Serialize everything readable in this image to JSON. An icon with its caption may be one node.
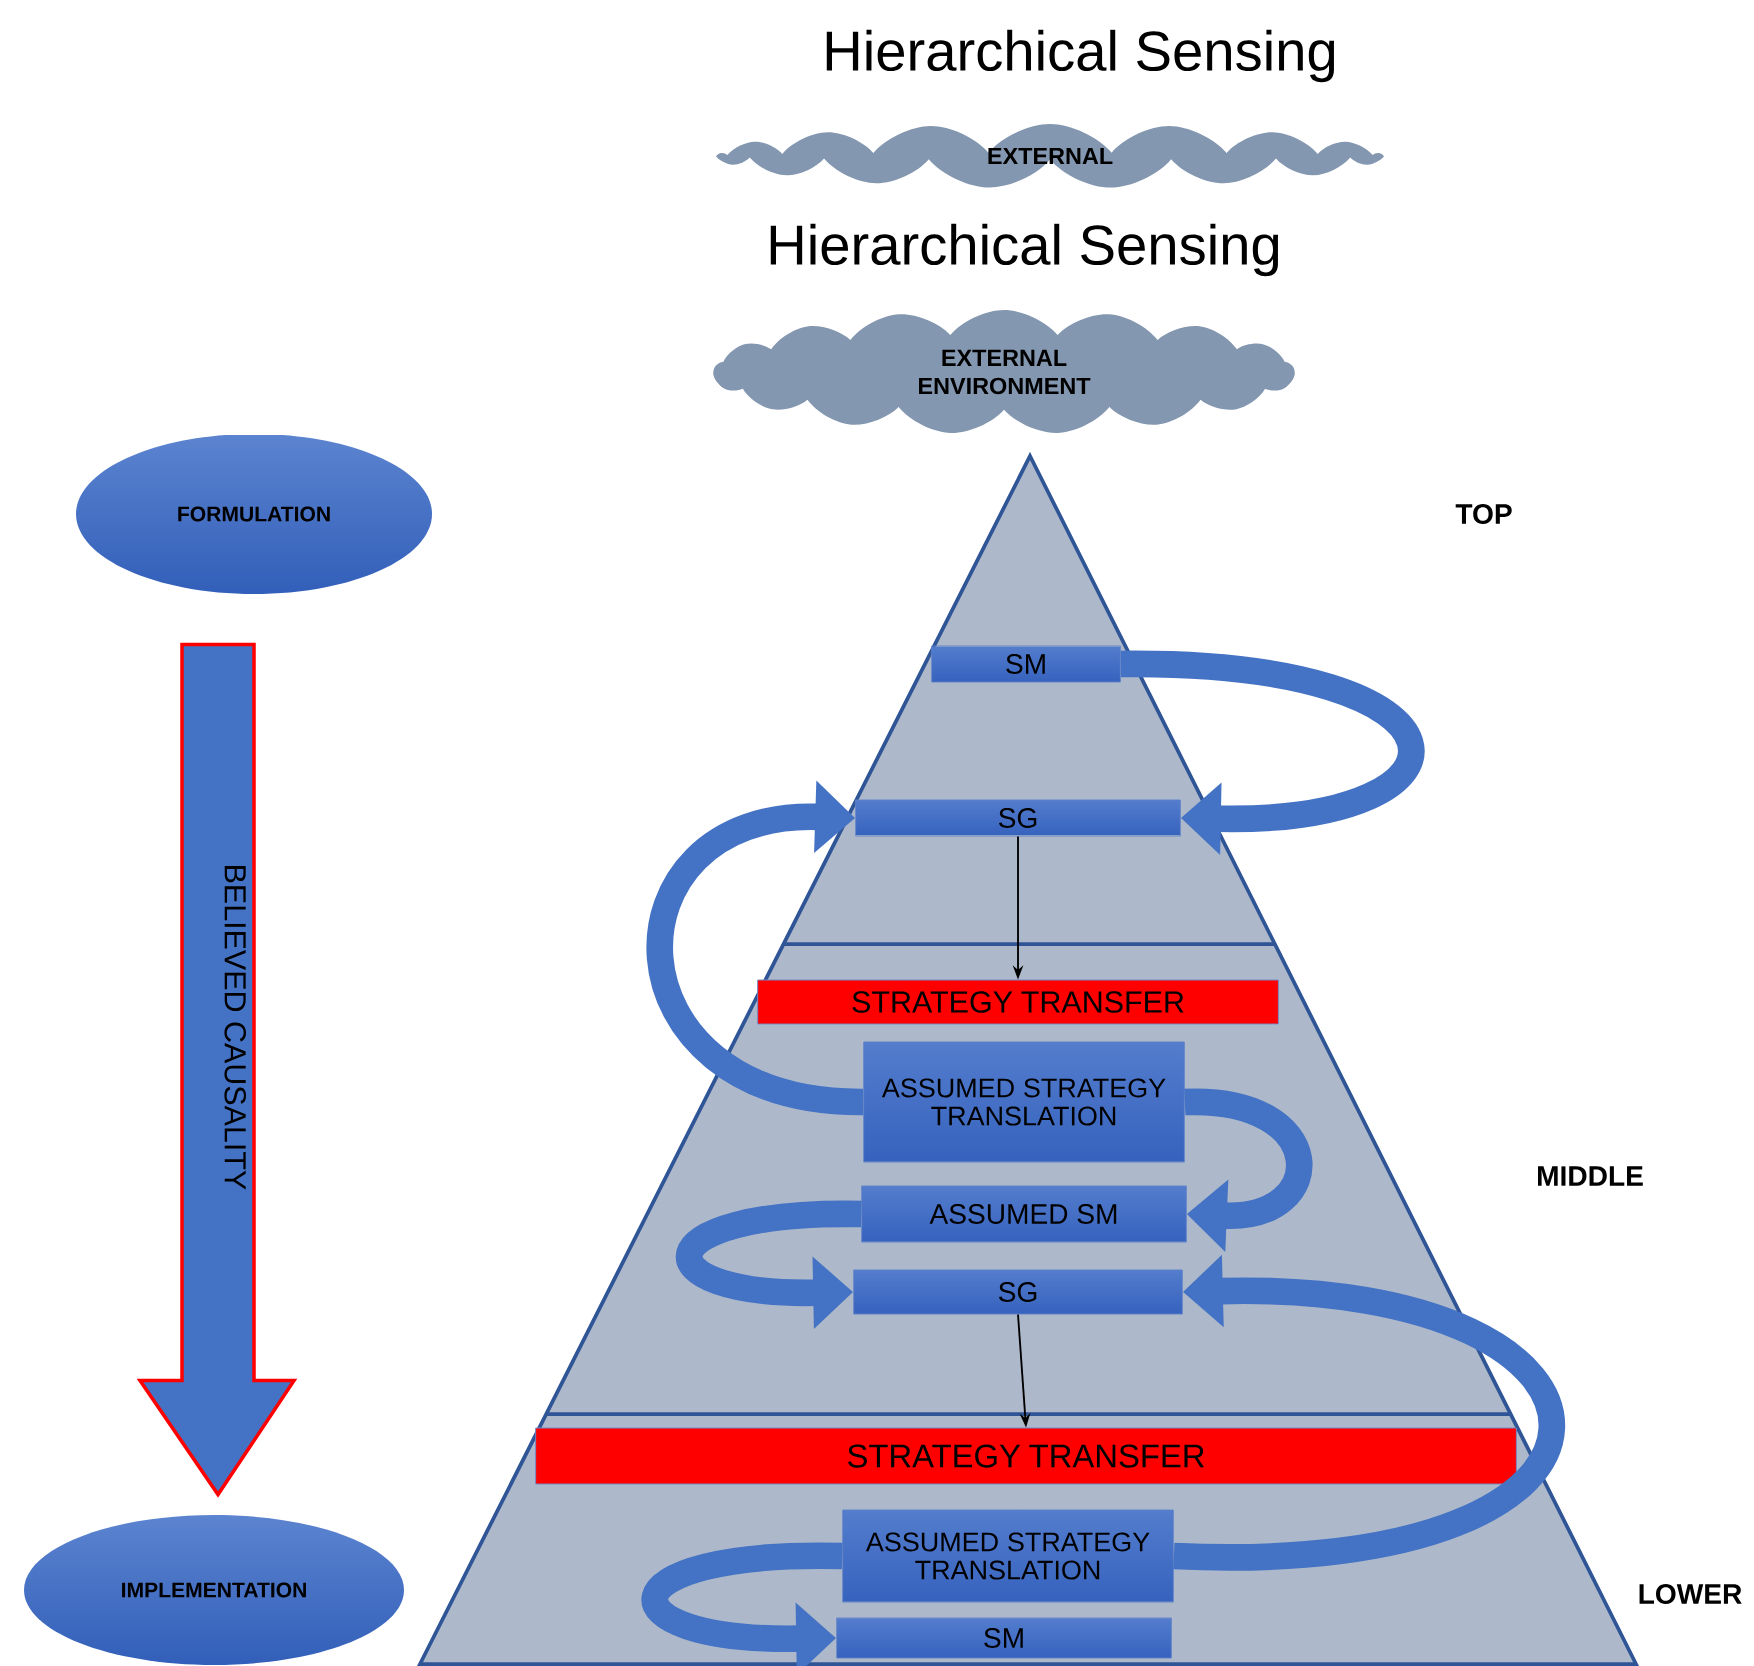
{
  "diagram": {
    "title": "Hierarchical Sensing",
    "nodes": [
      {
        "text": [
          "EXTERNAL"
        ]
      },
      {
        "text": [
          "EXTERNAL ENVIRONMENT"
        ]
      },
      {
        "text": [
          "FORMULATION"
        ]
      },
      {
        "text": [
          "IMPLEMENTATION"
        ]
      },
      {
        "text": [
          "SM"
        ]
      },
      {
        "text": [
          "SG"
        ]
      },
      {
        "text": [
          "STRATEGY TRANSFER"
        ]
      },
      {
        "text": [
          "ASSUMED STRATEGY TRANSLATION"
        ]
      },
      {
        "text": [
          "ASSUMED SM"
        ]
      },
      {
        "text": [
          "SG"
        ]
      },
      {
        "text": [
          "STRATEGY TRANSFER"
        ]
      },
      {
        "text": [
          "ASSUMED STRATEGY TRANSLATION"
        ]
      },
      {
        "text": [
          "SM"
        ]
      }
    ],
    "edges": [
      {
        "from": 2,
        "to": 3,
        "arrow": "to",
        "label": "BELIEVED CAUSALITY",
        "style": "thick",
        "color": "#ff0000"
      },
      {
        "from": 4,
        "to": 5,
        "arrow": "to"
      },
      {
        "from": 7,
        "to": 5,
        "arrow": "to"
      },
      {
        "from": 5,
        "to": 6,
        "arrow": "to",
        "color": "#000000"
      },
      {
        "from": 7,
        "to": 8,
        "arrow": "to"
      },
      {
        "from": 8,
        "to": 9,
        "arrow": "to"
      },
      {
        "from": 11,
        "to": 9,
        "arrow": "to"
      },
      {
        "from": 9,
        "to": 10,
        "arrow": "to",
        "color": "#000000"
      },
      {
        "from": 11,
        "to": 12,
        "arrow": "to"
      }
    ],
    "labels": [
      "Hierarchical Sensing",
      "TOP",
      "MIDDLE",
      "LOWER"
    ]
  }
}
